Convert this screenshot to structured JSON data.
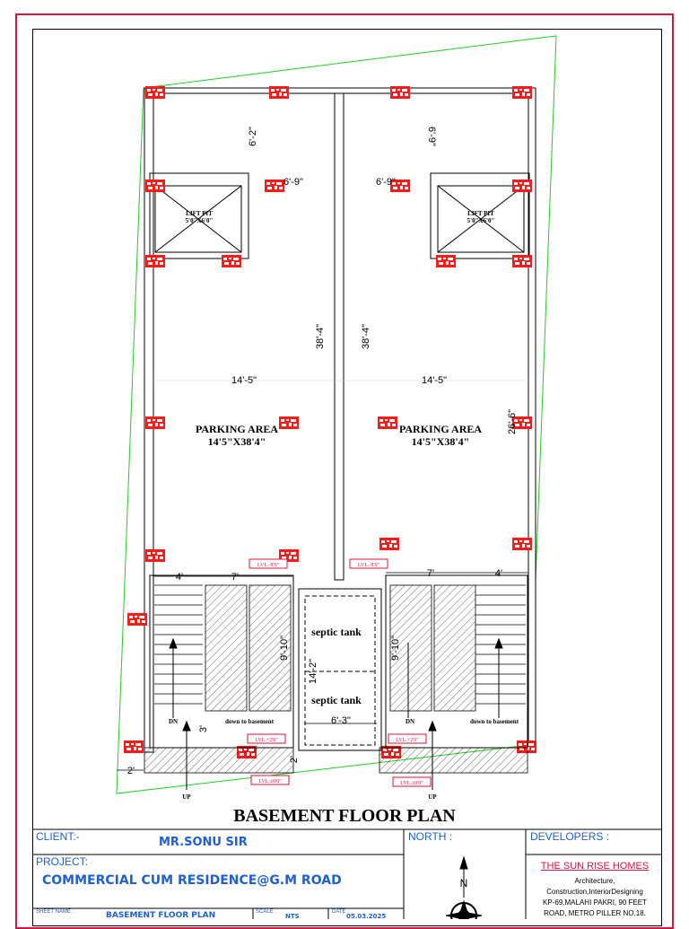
{
  "drawing": {
    "title": "BASEMENT FLOOR PLAN",
    "dimensions": {
      "left_top_gap": "6'-2\"",
      "right_top_gap": "6'-9\"",
      "left_lift_width": "6'-9\"",
      "right_lift_width": "6'-9\"",
      "left_height": "38'-4\"",
      "right_height": "38'-4\"",
      "left_width": "14'-5\"",
      "right_width": "14'-5\"",
      "right_side": "26'-6\"",
      "stair_left_4": "4'",
      "stair_left_7": "7'",
      "stair_right_7": "7'",
      "stair_right_4": "4'",
      "ramp_left": "9'-10\"",
      "ramp_right": "9'-10\"",
      "septic_height": "14'-2\"",
      "septic_width": "6'-3\"",
      "left_3": "3'",
      "bottom_2a": "2'",
      "bottom_2b": "2'"
    },
    "rooms": {
      "lift_left": "LIFT PIT",
      "lift_left_size": "5'0\"X6'0\"",
      "lift_right": "LIFT PIT",
      "lift_right_size": "5'0\"X6'0\"",
      "parking_left": "PARKING AREA",
      "parking_left_size": "14'5\"X38'4\"",
      "parking_right": "PARKING AREA",
      "parking_right_size": "14'5\"X38'4\"",
      "septic_1": "septic tank",
      "septic_2": "septic tank"
    },
    "annotations": {
      "dn_left": "DN",
      "dn_right": "DN",
      "down_left": "down to basement",
      "down_right": "down to basement",
      "up_left": "UP",
      "up_right": "UP",
      "lvl_minus8_left": "LVL.-8'0\"",
      "lvl_minus8_right": "LVL.-8'0\"",
      "lvl_plus2_left": "LVL.+2'0\"",
      "lvl_plus2_right": "LVL.+2'0\"",
      "lvl_0_left": "LVL.±0'0\"",
      "lvl_0_right": "LVL.±0'0\""
    },
    "colors": {
      "border": "#e0103a",
      "plot_line": "#22cc22",
      "column": "#ff1a1a",
      "text_blue": "#1f5fd0",
      "dev_name": "#e0103a"
    }
  },
  "title_block": {
    "client_label": "CLIENT:-",
    "client_value": "MR.SONU SIR",
    "north_label": "NORTH :",
    "developers_label": "DEVELOPERS :",
    "project_label": "PROJECT:",
    "project_value": "COMMERCIAL CUM RESIDENCE@G.M ROAD",
    "north_letter": "N",
    "sheet_label": "SHEET NAME :",
    "sheet_value": "BASEMENT FLOOR PLAN",
    "scale_label": "SCALE :",
    "scale_value": "NTS",
    "date_label": "DATE :",
    "date_value": "05.03.2025",
    "developer_name": "THE SUN RISE HOMES",
    "developer_line1": "Architecture,",
    "developer_line2": "Construction,InteriorDesigning",
    "developer_line3": "KP-69,MALAHI PAKRI, 90 FEET",
    "developer_line4": "ROAD, METRO PILLER NO.18."
  }
}
